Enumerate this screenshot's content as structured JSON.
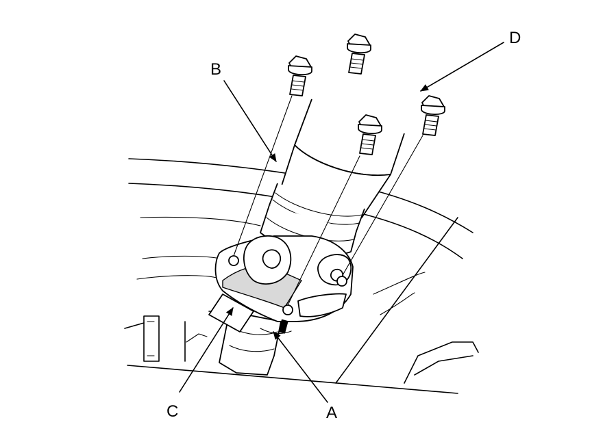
{
  "diagram": {
    "callouts": {
      "a": "A",
      "b": "B",
      "c": "C",
      "d": "D"
    }
  },
  "colors": {
    "line": "#000000",
    "background": "#ffffff",
    "shade": "#d9d9d9"
  }
}
